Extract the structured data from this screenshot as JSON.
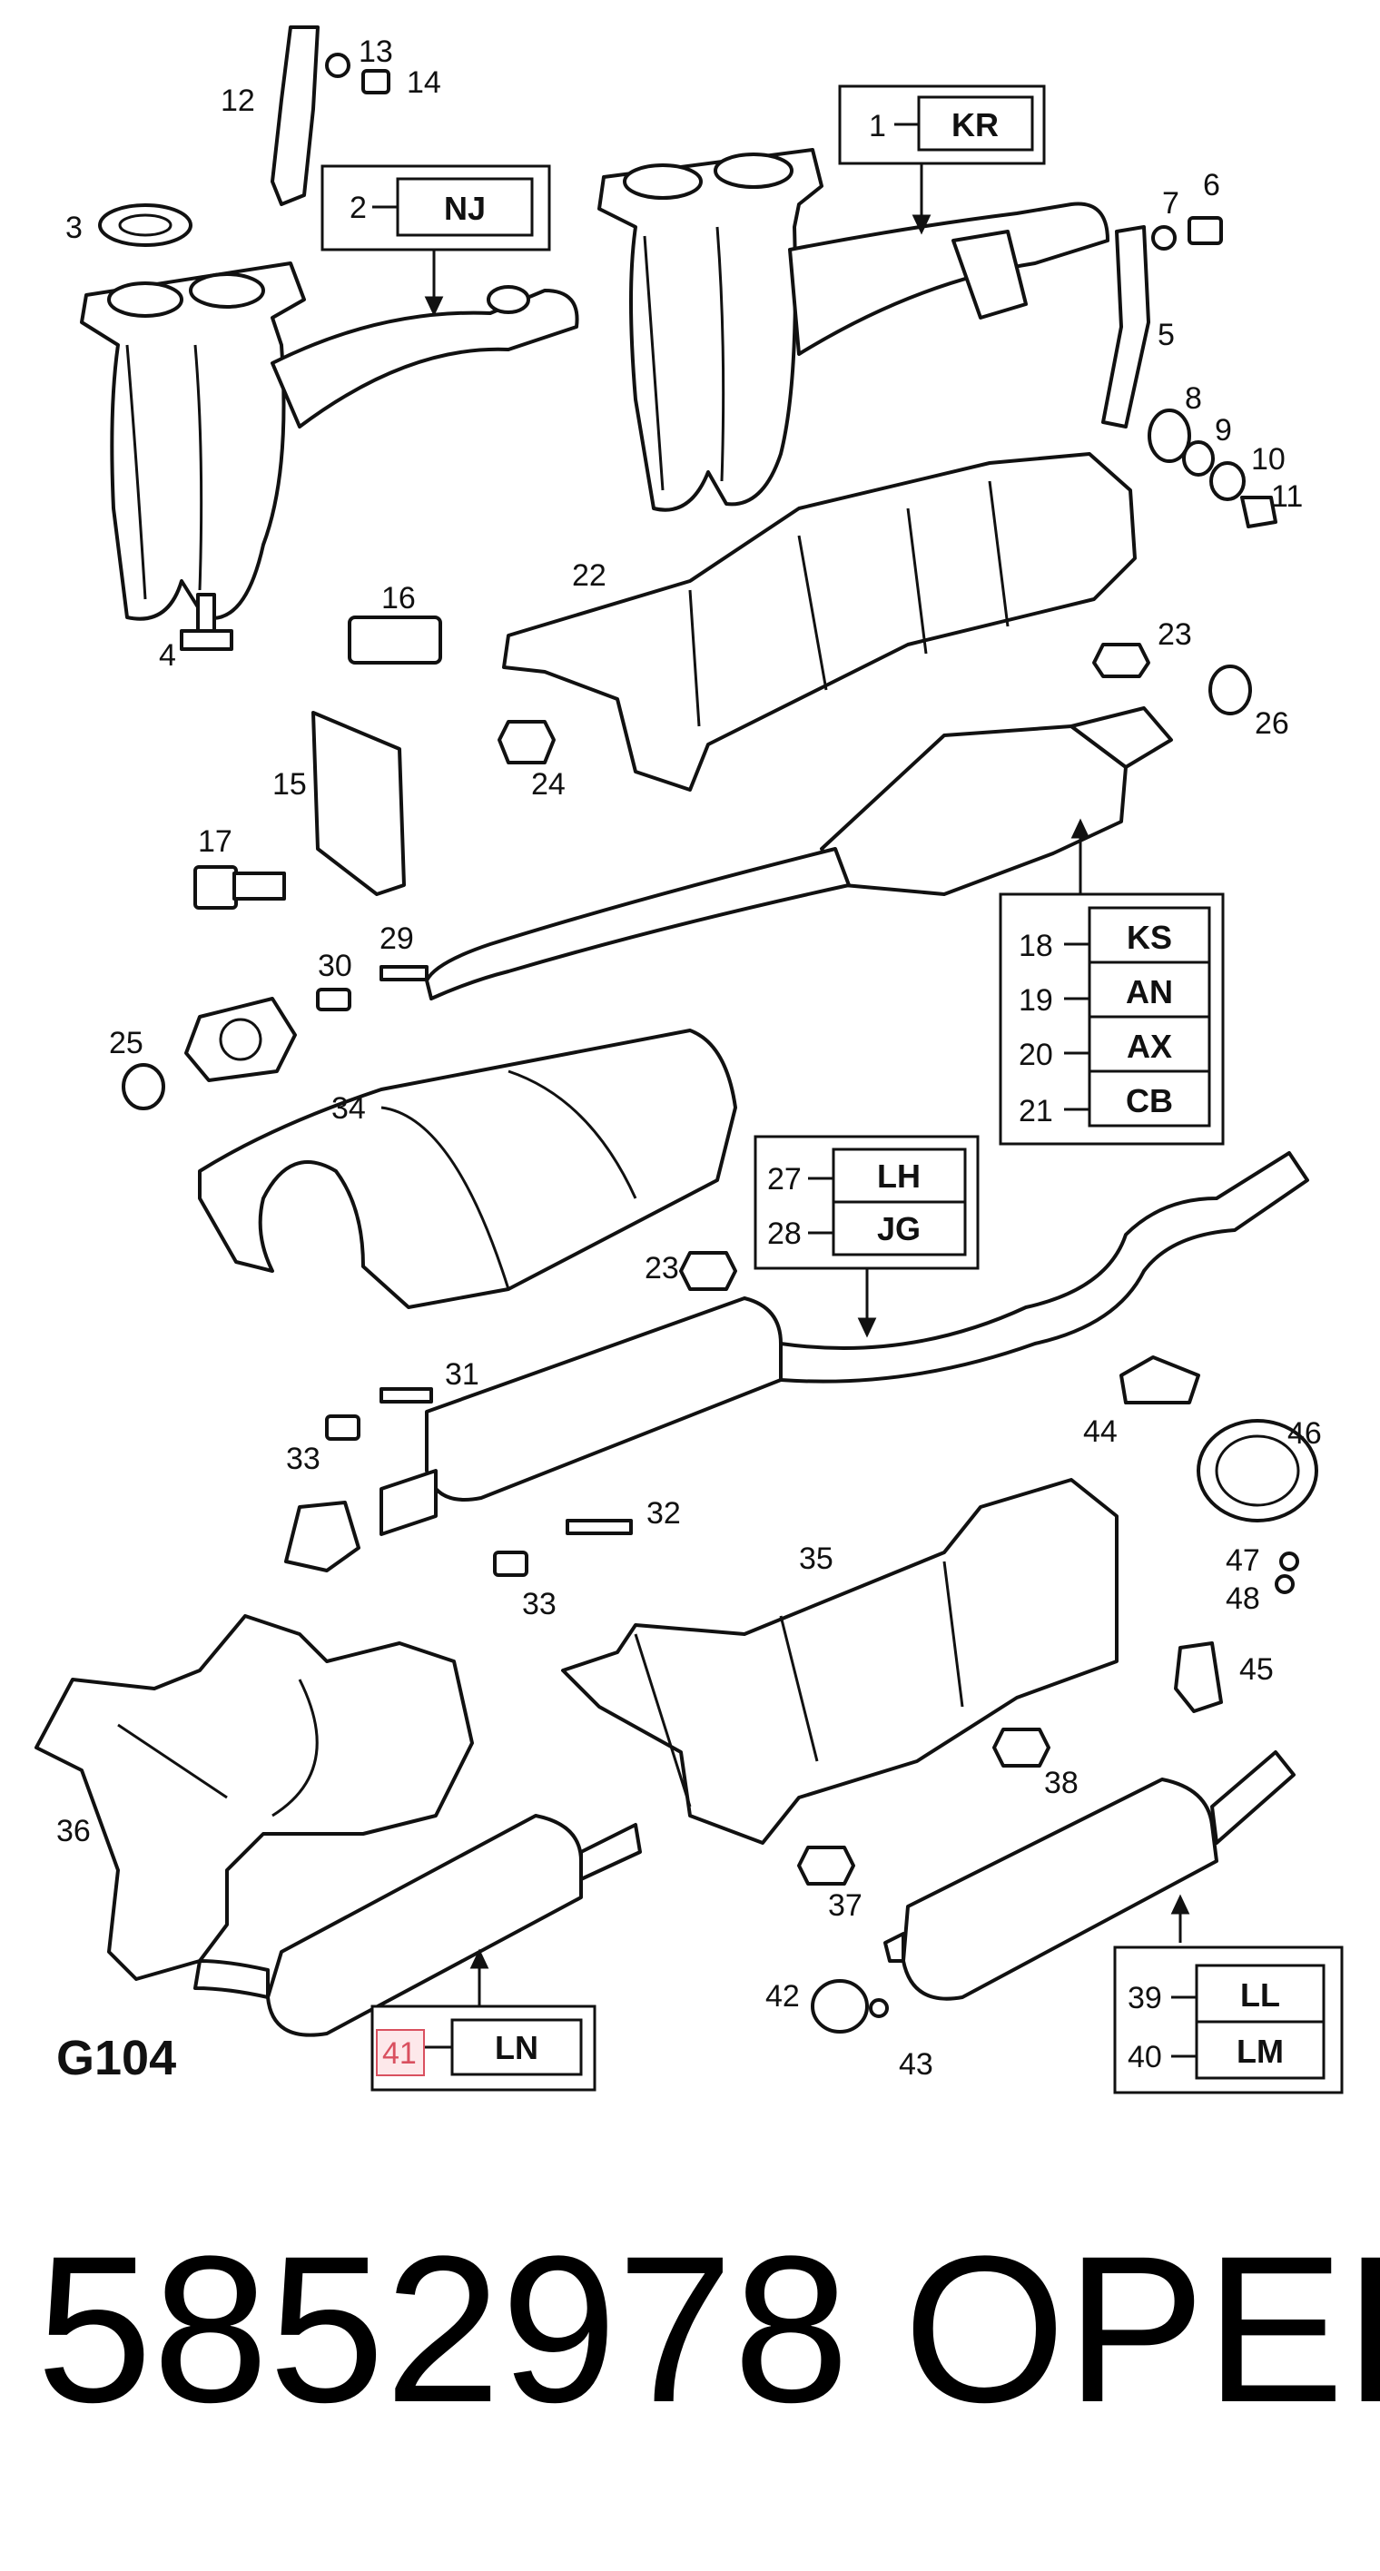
{
  "diagram_id": "G104",
  "part_number": "5852978",
  "brand": "OPEL",
  "callouts": [
    {
      "num": "1",
      "code": "KR"
    },
    {
      "num": "2",
      "code": "NJ"
    },
    {
      "num": "18",
      "code": "KS"
    },
    {
      "num": "19",
      "code": "AN"
    },
    {
      "num": "20",
      "code": "AX"
    },
    {
      "num": "21",
      "code": "CB"
    },
    {
      "num": "27",
      "code": "LH"
    },
    {
      "num": "28",
      "code": "JG"
    },
    {
      "num": "39",
      "code": "LL"
    },
    {
      "num": "40",
      "code": "LM"
    },
    {
      "num": "41",
      "code": "LN",
      "highlighted": true
    }
  ],
  "part_labels": [
    "3",
    "4",
    "5",
    "6",
    "7",
    "8",
    "9",
    "10",
    "11",
    "12",
    "13",
    "14",
    "15",
    "16",
    "17",
    "22",
    "23",
    "23",
    "24",
    "25",
    "26",
    "29",
    "30",
    "31",
    "32",
    "33",
    "33",
    "34",
    "35",
    "36",
    "37",
    "38",
    "42",
    "43",
    "44",
    "45",
    "46",
    "47",
    "48"
  ]
}
